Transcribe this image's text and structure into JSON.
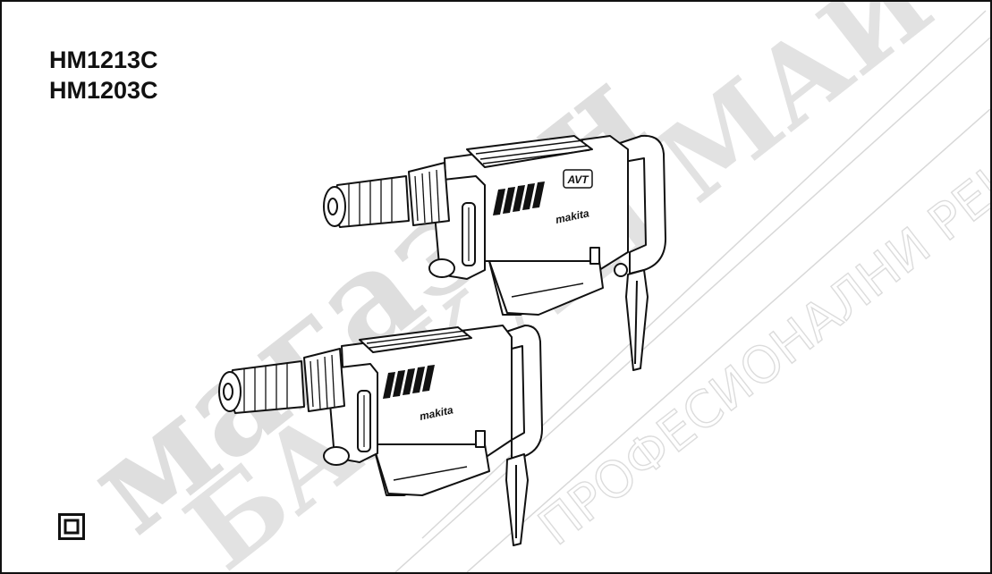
{
  "models": [
    "HM1213C",
    "HM1203C"
  ],
  "tools": [
    {
      "model": "HM1213C",
      "badge": "AVT",
      "brand": "makita"
    },
    {
      "model": "HM1203C",
      "badge": "",
      "brand": "makita"
    }
  ],
  "watermark": {
    "lines": [
      "магазин",
      "БАЛКАН МАЙСТОР",
      "ПРОФЕСИОНАЛНИ РЕШЕНИЯ"
    ],
    "color": "#d8d8d8"
  },
  "symbols": {
    "double_insulation": "double-insulation-icon"
  },
  "colors": {
    "line": "#111111",
    "background": "#ffffff",
    "border": "#111111"
  }
}
